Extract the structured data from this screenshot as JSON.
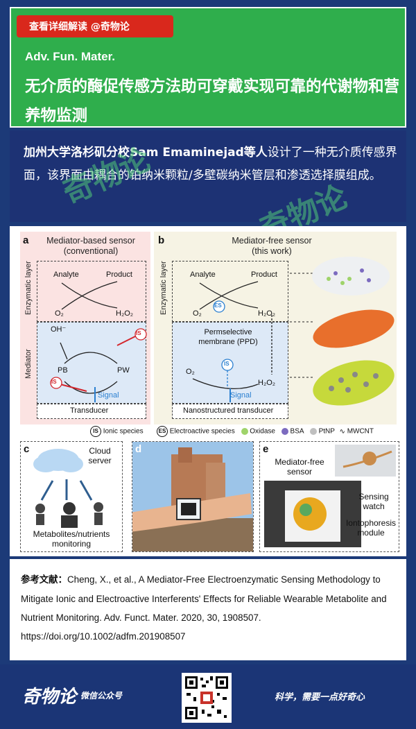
{
  "header": {
    "tag": "查看详细解读  @奇物论",
    "journal": "Adv. Fun. Mater.",
    "title": "无介质的酶促传感方法助可穿戴实现可靠的代谢物和营养物监测"
  },
  "summary": {
    "bold": "加州大学洛杉矶分校Sam  Emaminejad等人",
    "text": "设计了一种无介质传感界面，该界面由耦合的铂纳米颗粒/多壁碳纳米管层和渗透选择膜组成。"
  },
  "watermark": [
    "奇物论",
    "奇物论"
  ],
  "figure": {
    "a": {
      "label": "a",
      "title": "Mediator-based sensor",
      "subtitle": "(conventional)",
      "enzymatic_layer": "Enzymatic layer",
      "mediator": "Mediator",
      "analyte": "Analyte",
      "product": "Product",
      "o2": "O₂",
      "h2o2": "H₂O₂",
      "oh": "OH⁻",
      "pb": "PB",
      "pw": "PW",
      "signal": "Signal",
      "transducer": "Transducer",
      "is": "IS"
    },
    "b": {
      "label": "b",
      "title": "Mediator-free sensor",
      "subtitle": "(this work)",
      "enzymatic_layer": "Enzymatic layer",
      "analyte": "Analyte",
      "product": "Product",
      "o2": "O₂",
      "h2o2": "H₂O₂",
      "es": "ES",
      "membrane": "Permselective membrane (PPD)",
      "o2b": "O₂",
      "h2o2b": "H₂O₂",
      "is": "IS",
      "signal": "Signal",
      "transducer": "Nanostructured transducer"
    },
    "legend": {
      "is_symbol": "IS",
      "is_label": "Ionic species",
      "es_symbol": "ES",
      "es_label": "Electroactive species",
      "oxidase": "Oxidase",
      "bsa": "BSA",
      "ptnp": "PtNP",
      "mwcnt": "MWCNT",
      "colors": {
        "oxidase": "#9fd36a",
        "bsa": "#7c6bbf",
        "ptnp": "#bfbfbf"
      }
    },
    "c": {
      "label": "c",
      "cloud": "Cloud server",
      "caption": "Metabolites/nutrients monitoring"
    },
    "d": {
      "label": "d"
    },
    "e": {
      "label": "e",
      "sensor": "Mediator-free sensor",
      "watch": "Sensing watch",
      "module": "Iontophoresis module"
    }
  },
  "reference": {
    "label": "参考文献：",
    "text": "Cheng, X., et al., A Mediator-Free Electroenzymatic Sensing Methodology to Mitigate Ionic and Electroactive Interferents' Effects for Reliable Wearable Metabolite and Nutrient Monitoring. Adv. Funct. Mater. 2020, 30, 1908507.",
    "doi": "https://doi.org/10.1002/adfm.201908507"
  },
  "footer": {
    "brand": "奇物论",
    "brand_sub": "微信公众号",
    "slogan": "科学，需要一点好奇心"
  },
  "colors": {
    "header_bg": "#2fae4c",
    "tag_bg": "#d9281c",
    "summary_bg": "#1d3274",
    "page_bg": "#1c3a78"
  }
}
